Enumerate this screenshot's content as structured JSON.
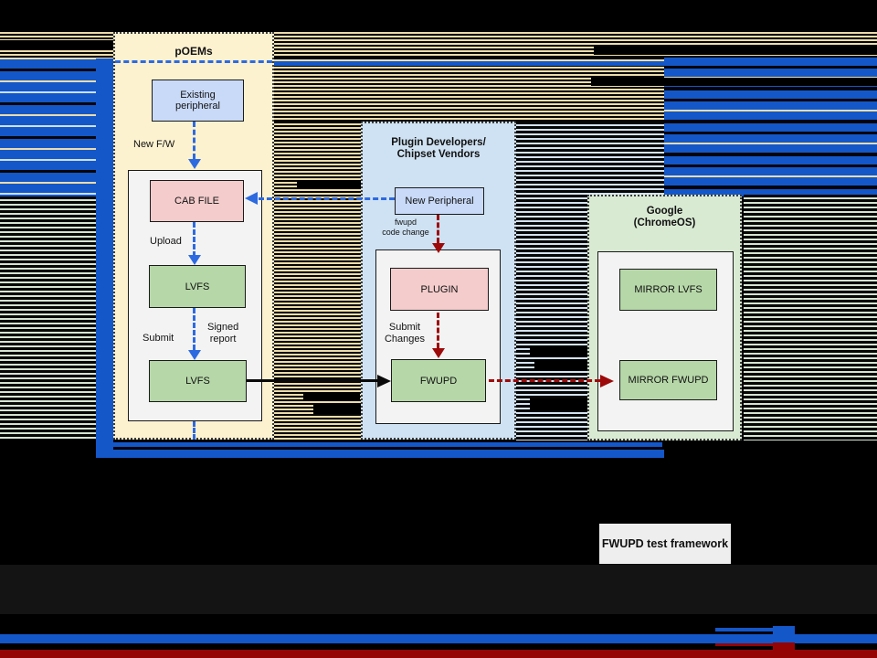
{
  "panels": {
    "poems": {
      "title": "pOEMs"
    },
    "plugin_devs": {
      "title": "Plugin Developers/\nChipset Vendors"
    },
    "google": {
      "title": "Google\n(ChromeOS)"
    }
  },
  "nodes": {
    "existing_peripheral": "Existing\nperipheral",
    "cab_file": "CAB FILE",
    "lvfs_upload": "LVFS",
    "lvfs_submit": "LVFS",
    "new_peripheral": "New Peripheral",
    "plugin": "PLUGIN",
    "fwupd": "FWUPD",
    "mirror_lvfs": "MIRROR LVFS",
    "mirror_fwupd": "MIRROR FWUPD",
    "test_framework": "FWUPD test framework"
  },
  "edge_labels": {
    "new_fw": "New F/W",
    "upload": "Upload",
    "submit": "Submit",
    "signed_report": "Signed\nreport",
    "fwupd_code_change": "fwupd\ncode change",
    "submit_changes": "Submit\nChanges"
  },
  "colors": {
    "glitch_blue_bar": "#1457c9",
    "arrow_blue": "#2d6ae0",
    "arrow_dark_red": "#9d0a0a",
    "bottom_red_bar": "#950404",
    "panel_cream": "#fdf2d0",
    "panel_light_blue": "#cfe2f3",
    "panel_light_green": "#d9ead3",
    "node_blue": "#c9daf8",
    "node_pink": "#f4cccc",
    "node_green": "#b6d7a8",
    "node_gray": "#eeeeee",
    "stripe_tan": "#ecdcaa",
    "stripe_green": "#d5e4d0",
    "stripe_light_blue": "#d3e2f0"
  }
}
